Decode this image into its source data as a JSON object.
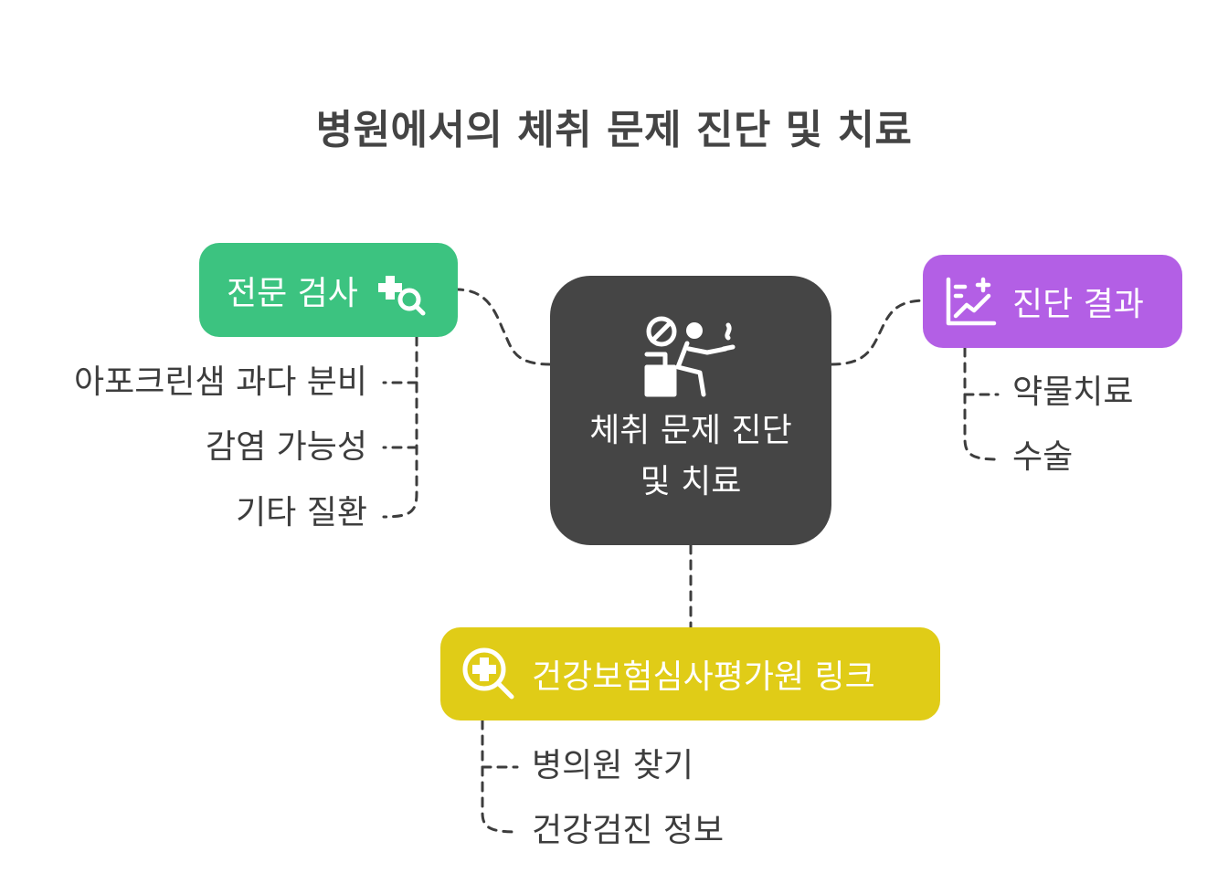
{
  "title": "병원에서의 체취 문제 진단 및 치료",
  "center": {
    "label": "체취 문제 진단 및 치료",
    "icon": "person-smoking-no-smoking-icon"
  },
  "nodes": {
    "exam": {
      "label": "전문 검사",
      "icon": "medical-plus-search-icon",
      "color": "#3cc380",
      "children": [
        "아포크린샘 과다 분비",
        "감염 가능성",
        "기타 질환"
      ]
    },
    "result": {
      "label": "진단 결과",
      "icon": "chart-plus-icon",
      "color": "#b35fe5",
      "children": [
        "약물치료",
        "수술"
      ]
    },
    "link": {
      "label": "건강보험심사평가원 링크",
      "icon": "search-plus-icon",
      "color": "#e0cc17",
      "children": [
        "병의원 찾기",
        "건강검진 정보"
      ]
    }
  },
  "colors": {
    "center": "#454545",
    "connector": "#3d3d3d",
    "text": "#3d3d3d"
  }
}
